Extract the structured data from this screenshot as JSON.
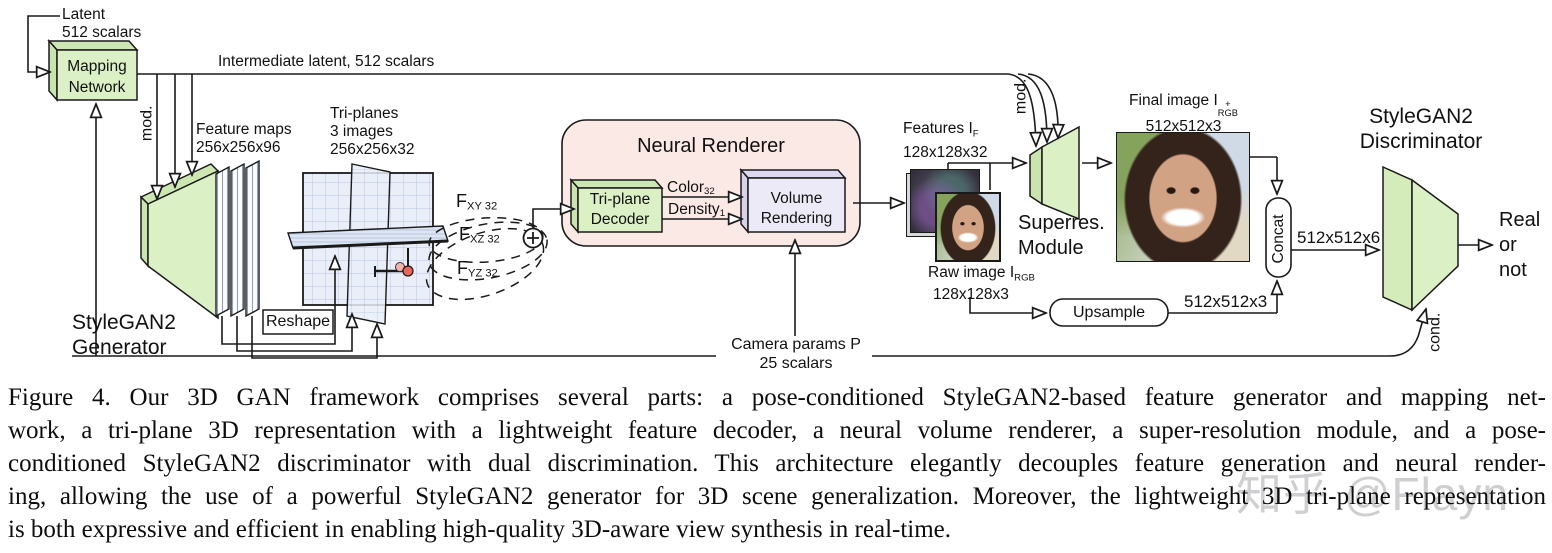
{
  "nodes": {
    "latent": {
      "line1": "Latent",
      "line2": "512 scalars"
    },
    "mapping": {
      "line1": "Mapping",
      "line2": "Network"
    },
    "intermediate": "Intermediate latent, 512 scalars",
    "mod_gen": "mod.",
    "mod_sr": "mod.",
    "cond": "cond.",
    "feature_maps": {
      "line1": "Feature maps",
      "line2": "256x256x96"
    },
    "triplanes": {
      "line1": "Tri-planes",
      "line2": "3 images",
      "line3": "256x256x32"
    },
    "generator": {
      "line1": "StyleGAN2",
      "line2": "Generator"
    },
    "reshape": "Reshape",
    "fxy": {
      "base": "F",
      "sub": "XY 32"
    },
    "fxz": {
      "base": "F",
      "sub": "XZ 32"
    },
    "fyz": {
      "base": "F",
      "sub": "YZ 32"
    },
    "renderer_title": "Neural Renderer",
    "decoder": {
      "line1": "Tri-plane",
      "line2": "Decoder"
    },
    "color": {
      "base": "Color",
      "sub": "32"
    },
    "density": {
      "base": "Density",
      "sub": "1"
    },
    "volume": {
      "line1": "Volume",
      "line2": "Rendering"
    },
    "camera": {
      "line1": "Camera params P",
      "line2": "25 scalars"
    },
    "features": {
      "base": "Features I",
      "sub": "F",
      "size": "128x128x32"
    },
    "raw": {
      "base": "Raw image I",
      "sub": "RGB",
      "size": "128x128x3"
    },
    "superres": {
      "line1": "Superres.",
      "line2": "Module"
    },
    "final": {
      "base": "Final image I",
      "sup": "+",
      "sub": "RGB",
      "size": "512x512x3"
    },
    "upsample": {
      "label": "Upsample",
      "out_size": "512x512x3"
    },
    "concat": {
      "label": "Concat",
      "out_size": "512x512x6"
    },
    "discriminator": {
      "line1": "StyleGAN2",
      "line2": "Discriminator"
    },
    "output": {
      "line1": "Real",
      "line2": "or",
      "line3": "not"
    }
  },
  "caption": {
    "figure_label": "Figure 4.",
    "lines": [
      "Figure 4.  Our 3D GAN framework comprises several parts: a pose-conditioned StyleGAN2-based feature generator and mapping net-",
      "work, a tri-plane 3D representation with a lightweight feature decoder, a neural volume renderer, a super-resolution module, and a pose-",
      "conditioned StyleGAN2 discriminator with dual discrimination. This architecture elegantly decouples feature generation and neural render-",
      "ing, allowing the use of a powerful StyleGAN2 generator for 3D scene generalization. Moreover, the lightweight 3D tri-plane representation",
      "is both expressive and efficient in enabling high-quality 3D-aware view synthesis in real-time."
    ]
  },
  "watermark": "知乎 @Flayn",
  "colors": {
    "module_green": "#dcf0c6",
    "module_green_dark": "#c9e5ad",
    "renderer_pink": "#fbe9e6",
    "volume_lavender": "#edeaf7",
    "plane_blue": "#e9eef8",
    "point_red": "#e8655a",
    "line_black": "#1a1a1a"
  }
}
